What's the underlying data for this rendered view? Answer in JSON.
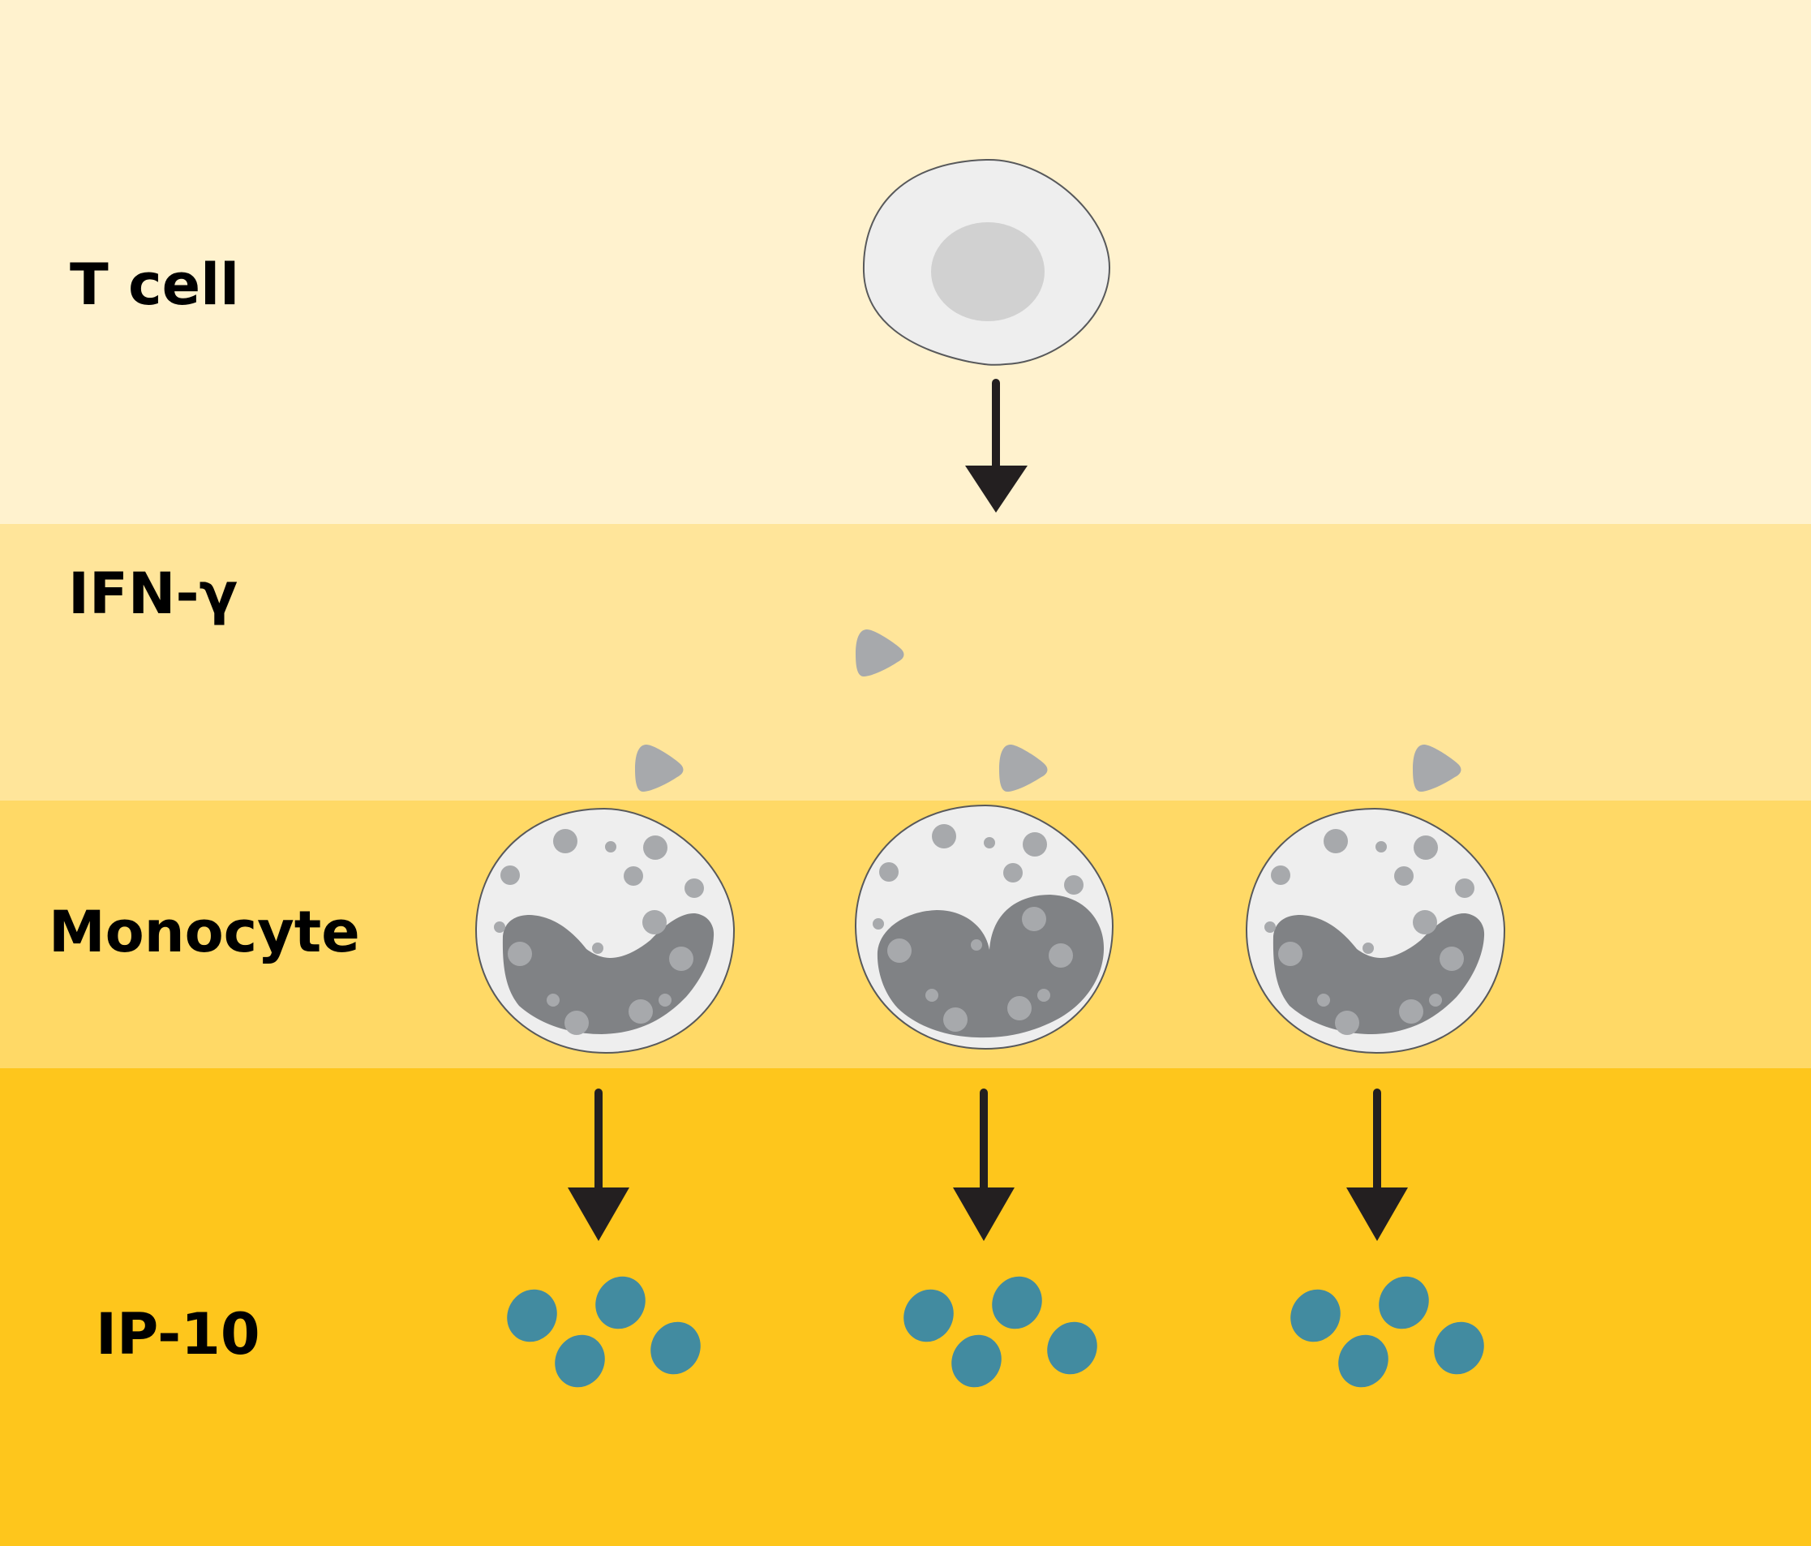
{
  "diagram": {
    "title": "T cell IFN-γ induces monocyte IP-10 secretion",
    "rows": [
      {
        "key": "tcell",
        "label": "T cell",
        "color": "#FFF2CE"
      },
      {
        "key": "ifn",
        "label": "IFN-γ",
        "color": "#FFE59A"
      },
      {
        "key": "mono",
        "label": "Monocyte",
        "color": "#FFD966"
      },
      {
        "key": "ip10",
        "label": "IP-10",
        "color": "#FEC61C"
      }
    ],
    "elements": {
      "t_cell_count": 1,
      "ifn_gamma_molecule_count": 4,
      "monocyte_count": 3,
      "ip10_clusters": 3,
      "ip10_molecules_per_cluster": 4,
      "arrows": [
        "T cell → IFN-γ",
        "Monocyte 1 → IP-10",
        "Monocyte 2 → IP-10",
        "Monocyte 3 → IP-10"
      ]
    },
    "colors": {
      "cell_fill": "#EEEEEE",
      "cell_outline": "#58595B",
      "tcell_nucleus": "#D1D1D1",
      "monocyte_nucleus": "#808285",
      "granule": "#A7A9AC",
      "ifn_gamma": "#A7A9AC",
      "ip10": "#428BA0",
      "arrow": "#231F20"
    }
  }
}
